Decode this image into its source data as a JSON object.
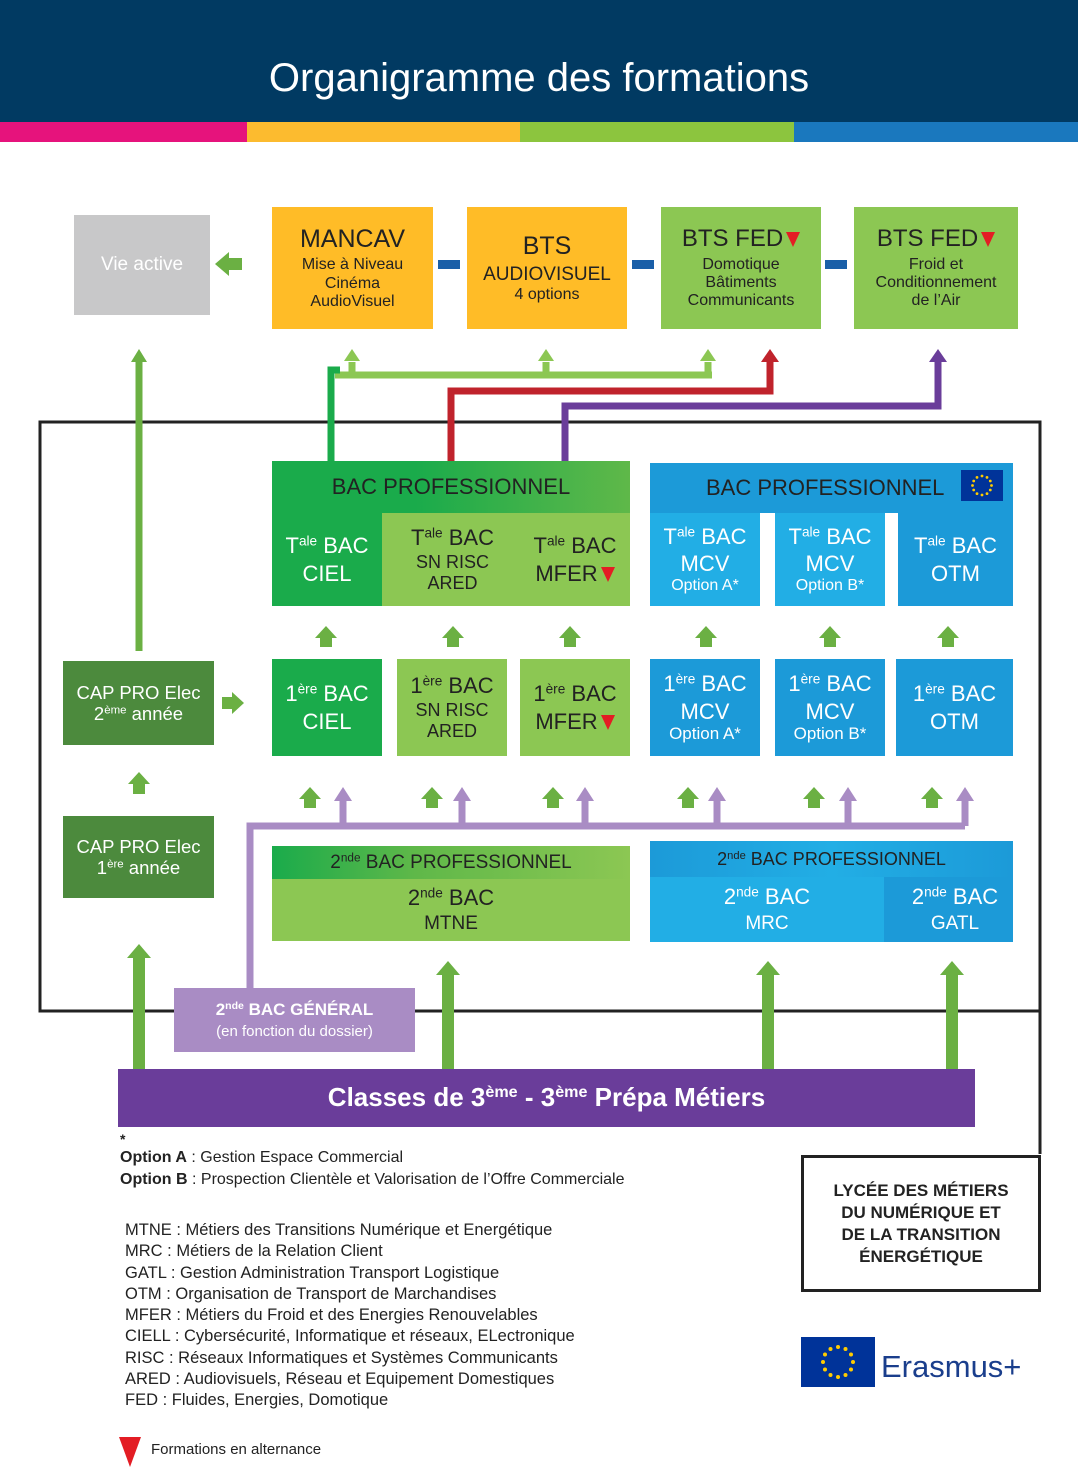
{
  "header": {
    "title": "Organigramme des formations"
  },
  "colors": {
    "header_bg": "#013a62",
    "stripe": [
      "#e6137c",
      "#fcbb2f",
      "#8cc53e",
      "#1a78be"
    ],
    "green_dark": "#1aab4b",
    "green_light": "#8cc753",
    "blue": "#1c9ad8",
    "purple": "#6a3d9a",
    "lilac": "#a98cc4",
    "cap_green": "#4c8a3d",
    "gray": "#c8c8c9",
    "yellow": "#ffbc27"
  },
  "top": {
    "vie_active": "Vie active",
    "mancav": {
      "title": "MANCAV",
      "lines": [
        "Mise à Niveau",
        "Cinéma",
        "AudioVisuel"
      ]
    },
    "bts_av": {
      "title": "BTS",
      "line1": "AUDIOVISUEL",
      "line2": "4 options"
    },
    "bts_fed_dom": {
      "title": "BTS FED",
      "lines": [
        "Domotique",
        "Bâtiments",
        "Communicants"
      ]
    },
    "bts_fed_froid": {
      "title": "BTS FED",
      "lines": [
        "Froid et",
        "Conditionnement",
        "de l’Air"
      ]
    }
  },
  "bac_pro": {
    "green_header": "BAC PROFESSIONNEL",
    "blue_header": "BAC PROFESSIONNEL",
    "tale_prefix": "T",
    "tale_sup": "ale",
    "bac": "BAC",
    "premiere_prefix": "1",
    "premiere_sup": "ère",
    "ciel": "CIEL",
    "sn_risc": "SN RISC",
    "ared": "ARED",
    "mfer": "MFER",
    "mcv": "MCV",
    "option_a": "Option A*",
    "option_b": "Option B*",
    "otm": "OTM"
  },
  "cap": {
    "year2_title": "CAP PRO Elec",
    "year2_num": "2",
    "year2_sup": "ème",
    "year2_word": "année",
    "year1_title": "CAP PRO Elec",
    "year1_num": "1",
    "year1_sup": "ère",
    "year1_word": "année"
  },
  "seconde": {
    "prefix": "2",
    "sup": "nde",
    "header": "BAC PROFESSIONNEL",
    "bac": "BAC",
    "mtne": "MTNE",
    "mrc": "MRC",
    "gatl": "GATL",
    "general_title": "BAC GÉNÉRAL",
    "general_note": "(en fonction du dossier)"
  },
  "troisieme": {
    "part1": "Classes de 3",
    "sup1": "ème",
    "part2": " - 3",
    "sup2": "ème",
    "part3": " Prépa Métiers"
  },
  "legend": {
    "star": "*",
    "options": [
      {
        "key": "Option A",
        "sep": " : ",
        "text": "Gestion Espace Commercial"
      },
      {
        "key": "Option B",
        "sep": " : ",
        "text": "Prospection Clientèle et Valorisation de l’Offre Commerciale"
      }
    ],
    "abbrev": [
      "MTNE : Métiers des Transitions Numérique et Energétique",
      "MRC : Métiers de la Relation Client",
      "GATL : Gestion Administration Transport Logistique",
      "OTM : Organisation de Transport de Marchandises",
      "MFER : Métiers du Froid et des Energies Renouvelables",
      "CIELL : Cybersécurité, Informatique et réseaux, ELectronique",
      "RISC : Réseaux Informatiques et Systèmes Communicants",
      "ARED : Audiovisuels, Réseau et Equipement Domestiques",
      "FED : Fluides, Energies, Domotique"
    ],
    "alternance": "Formations en alternance"
  },
  "lycee": {
    "lines": [
      "LYCÉE DES MÉTIERS",
      "DU NUMÉRIQUE ET",
      "DE LA TRANSITION",
      "ÉNERGÉTIQUE"
    ]
  },
  "erasmus": {
    "label": "Erasmus+"
  }
}
